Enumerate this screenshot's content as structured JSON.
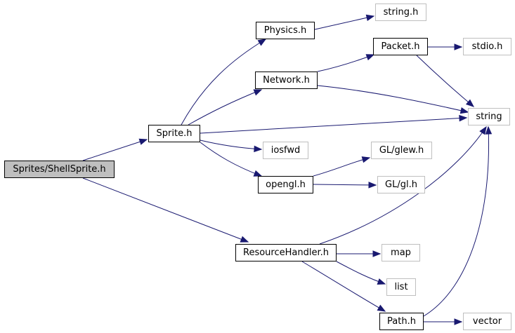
{
  "nodes": {
    "shellsprite": "Sprites/ShellSprite.h",
    "sprite": "Sprite.h",
    "physics": "Physics.h",
    "network": "Network.h",
    "packet": "Packet.h",
    "stdio": "stdio.h",
    "string_h": "string.h",
    "string": "string",
    "iosfwd": "iosfwd",
    "opengl": "opengl.h",
    "glew": "GL/glew.h",
    "gl": "GL/gl.h",
    "resourcehandler": "ResourceHandler.h",
    "map": "map",
    "list": "list",
    "path": "Path.h",
    "vector": "vector"
  },
  "edge_color": "#191970",
  "edges": [
    [
      "shellsprite",
      "sprite"
    ],
    [
      "shellsprite",
      "resourcehandler"
    ],
    [
      "sprite",
      "physics"
    ],
    [
      "sprite",
      "network"
    ],
    [
      "sprite",
      "string"
    ],
    [
      "sprite",
      "iosfwd"
    ],
    [
      "sprite",
      "opengl"
    ],
    [
      "physics",
      "string_h"
    ],
    [
      "network",
      "packet"
    ],
    [
      "network",
      "string"
    ],
    [
      "packet",
      "stdio"
    ],
    [
      "packet",
      "string"
    ],
    [
      "opengl",
      "glew"
    ],
    [
      "opengl",
      "gl"
    ],
    [
      "resourcehandler",
      "string"
    ],
    [
      "resourcehandler",
      "map"
    ],
    [
      "resourcehandler",
      "list"
    ],
    [
      "resourcehandler",
      "path"
    ],
    [
      "path",
      "string"
    ],
    [
      "path",
      "vector"
    ]
  ]
}
